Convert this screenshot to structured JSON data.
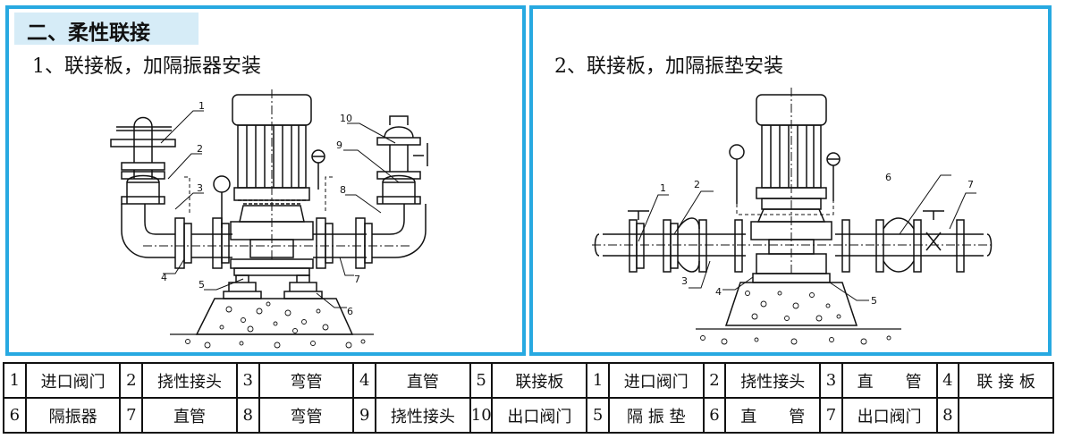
{
  "section": {
    "title": "二、柔性联接"
  },
  "left": {
    "subtitle": "1、联接板，加隔振器安装",
    "callouts": [
      "1",
      "2",
      "3",
      "4",
      "5",
      "6",
      "7",
      "8",
      "9",
      "10"
    ]
  },
  "right": {
    "subtitle": "2、联接板，加隔振垫安装",
    "callouts": [
      "1",
      "2",
      "3",
      "4",
      "5",
      "6",
      "7"
    ]
  },
  "legend": {
    "row1": [
      {
        "num": "1",
        "name": "进口阀门"
      },
      {
        "num": "2",
        "name": "挠性接头"
      },
      {
        "num": "3",
        "name": "弯管"
      },
      {
        "num": "4",
        "name": "直管"
      },
      {
        "num": "5",
        "name": "联接板"
      },
      {
        "num": "1",
        "name": "进口阀门"
      },
      {
        "num": "2",
        "name": "挠性接头"
      },
      {
        "num": "3",
        "name": "直　　管"
      },
      {
        "num": "4",
        "name": "联 接 板"
      }
    ],
    "row2": [
      {
        "num": "6",
        "name": "隔振器"
      },
      {
        "num": "7",
        "name": "直管"
      },
      {
        "num": "8",
        "name": "弯管"
      },
      {
        "num": "9",
        "name": "挠性接头"
      },
      {
        "num": "10",
        "name": "出口阀门"
      },
      {
        "num": "5",
        "name": "隔 振 垫"
      },
      {
        "num": "6",
        "name": "直　　管"
      },
      {
        "num": "7",
        "name": "出口阀门"
      },
      {
        "num": "8",
        "name": ""
      }
    ]
  }
}
